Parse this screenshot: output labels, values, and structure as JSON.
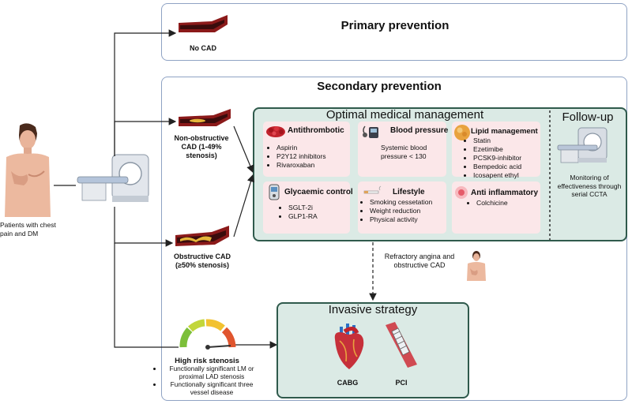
{
  "primary": {
    "title": "Primary prevention",
    "artery_label": "No CAD"
  },
  "secondary": {
    "title": "Secondary prevention"
  },
  "patient": {
    "label": "Patients with chest pain and DM"
  },
  "branches": {
    "nonobstructive": "Non-obstructive CAD (1-49% stenosis)",
    "obstructive": "Obstructive CAD (≥50% stenosis)"
  },
  "omm": {
    "title": "Optimal medical management",
    "cards": [
      {
        "title": "Antithrombotic",
        "icon": "blood-clot-icon",
        "items": [
          "Aspirin",
          "P2Y12 inhibitors",
          "Rivaroxaban"
        ]
      },
      {
        "title": "Blood pressure",
        "icon": "bp-monitor-icon",
        "text": "Systemic blood pressure < 130"
      },
      {
        "title": "Lipid management",
        "icon": "lipid-icon",
        "items": [
          "Statin",
          "Ezetimibe",
          "PCSK9-inhibitor",
          "Bempedoic acid",
          "Icosapent ethyl"
        ]
      },
      {
        "title": "Glycaemic control",
        "icon": "glucometer-icon",
        "items": [
          "SGLT-2i",
          "GLP1-RA"
        ]
      },
      {
        "title": "Lifestyle",
        "icon": "cigarette-icon",
        "items": [
          "Smoking cessetation",
          "Weight reduction",
          "Physical activity"
        ]
      },
      {
        "title": "Anti inflammatory",
        "icon": "inflammation-icon",
        "items": [
          "Colchicine"
        ]
      }
    ]
  },
  "followup": {
    "title": "Follow-up",
    "text": "Monitoring of effectiveness through serial CCTA"
  },
  "refractory": {
    "text": "Refractory angina and obstructive CAD"
  },
  "high_risk": {
    "title": "High risk stenosis",
    "items": [
      "Functionally significant LM or proximal LAD stenosis",
      "Functionally significant three vessel disease"
    ]
  },
  "invasive": {
    "title": "Invasive strategy",
    "cabg": "CABG",
    "pci": "PCI"
  },
  "colors": {
    "green_bg": "#dbeae5",
    "green_border": "#2f5a4c",
    "card_bg": "#fbe7e9",
    "box_border": "#8fa3c4"
  }
}
